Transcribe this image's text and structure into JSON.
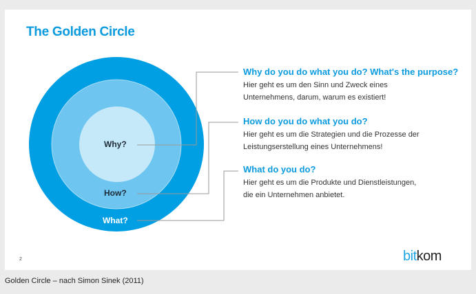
{
  "slide": {
    "title": "The Golden Circle",
    "page_number": "2",
    "logo": {
      "part1": "bit",
      "part2": "kom"
    },
    "circle_labels": {
      "why": "Why?",
      "how": "How?",
      "what": "What?"
    },
    "blocks": [
      {
        "heading": "Why do you do what you do? What's the purpose?",
        "lines": [
          "Hier geht es um den Sinn und Zweck eines",
          "Unternehmens, darum, warum es existiert!"
        ]
      },
      {
        "heading": "How do you do what you do?",
        "lines": [
          "Hier geht es um die Strategien und die Prozesse der",
          "Leistungserstellung  eines Unternehmens!"
        ]
      },
      {
        "heading": "What do you do?",
        "lines": [
          "Hier geht es um die Produkte und Dienstleistungen,",
          "die ein Unternehmen anbietet."
        ]
      }
    ]
  },
  "caption": "Golden Circle – nach Simon Sinek (2011)",
  "colors": {
    "outer": "#009fe3",
    "middle": "#6ec6f0",
    "inner": "#c6e9f9",
    "accent": "#0a9ade"
  }
}
